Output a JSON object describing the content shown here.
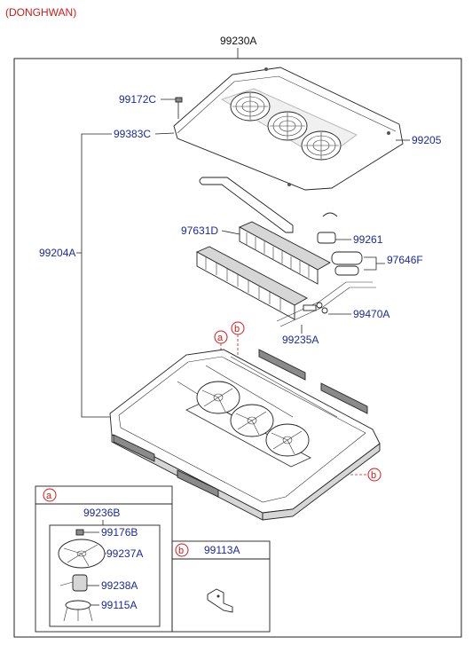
{
  "variant_label": "(DONGHWAN)",
  "main_assembly": "99230A",
  "labels": {
    "bolt": "99172C",
    "cover_seal": "99383C",
    "cover": "99205",
    "frame": "99204A",
    "evaporator": "97631D",
    "valve": "99261",
    "receiver": "97646F",
    "hose_clamp": "99470A",
    "pipe": "99235A"
  },
  "callouts": {
    "a": "a",
    "b": "b"
  },
  "detail_a": {
    "marker": "a",
    "title": "99236B",
    "parts": [
      "99176B",
      "99237A",
      "99238A",
      "99115A"
    ]
  },
  "detail_b": {
    "marker": "b",
    "title": "99113A"
  },
  "colors": {
    "label_blue": "#1a2a9c",
    "callout_red": "#d11a1a"
  }
}
